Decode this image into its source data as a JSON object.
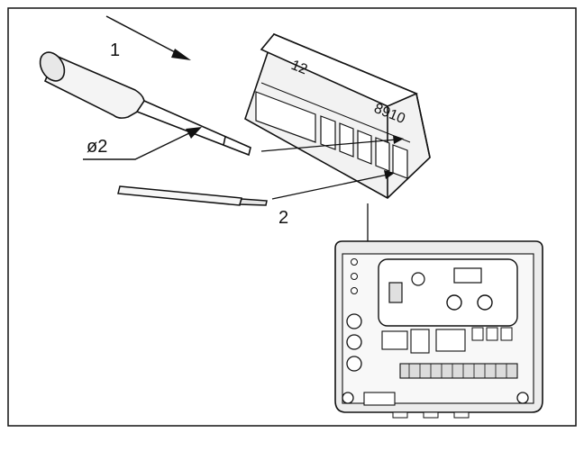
{
  "labels": {
    "step1": "1",
    "diameter": "ø2",
    "step2": "2",
    "terminal_left": "12",
    "terminal_right": "8910"
  },
  "colors": {
    "line": "#111111",
    "shade": "#d9d9d9",
    "panel": "#ececec",
    "paper": "#ffffff"
  }
}
